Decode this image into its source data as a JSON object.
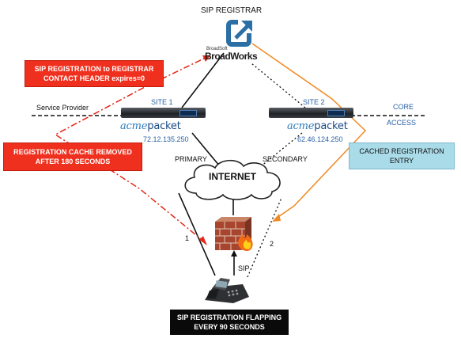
{
  "registrar": {
    "title": "SIP REGISTRAR",
    "brand_small": "BroadSoft",
    "brand_large": "BroadWorks"
  },
  "notes": {
    "sip_registration": "SIP REGISTRATION to REGISTRAR\nCONTACT HEADER expires=0",
    "cache_removed": "REGISTRATION CACHE REMOVED\nAFTER 180 SECONDS",
    "cached_entry": "CACHED REGISTRATION\nENTRY",
    "flapping": "SIP REGISTRATION FLAPPING\nEVERY 90 SECONDS"
  },
  "labels": {
    "service_provider": "Service Provider",
    "core": "CORE",
    "access": "ACCESS",
    "primary": "PRIMARY",
    "secondary": "SECONDARY",
    "internet": "INTERNET",
    "sip": "SIP",
    "path1": "1",
    "path2": "2"
  },
  "site1": {
    "name": "SITE 1",
    "ip": "72.12.135.250",
    "logo_left": "acme",
    "logo_right": "packet"
  },
  "site2": {
    "name": "SITE 2",
    "ip": "62.46.124.250",
    "logo_left": "acme",
    "logo_right": "packet"
  },
  "icons": [
    "broadworks-logo",
    "sbc-appliance",
    "cloud",
    "firewall",
    "ip-phone"
  ],
  "colors": {
    "red": "#f0301e",
    "cyan": "#a9dbe9",
    "orange": "#f08a24",
    "black": "#0a0a0a",
    "blue": "#2a62a6"
  }
}
